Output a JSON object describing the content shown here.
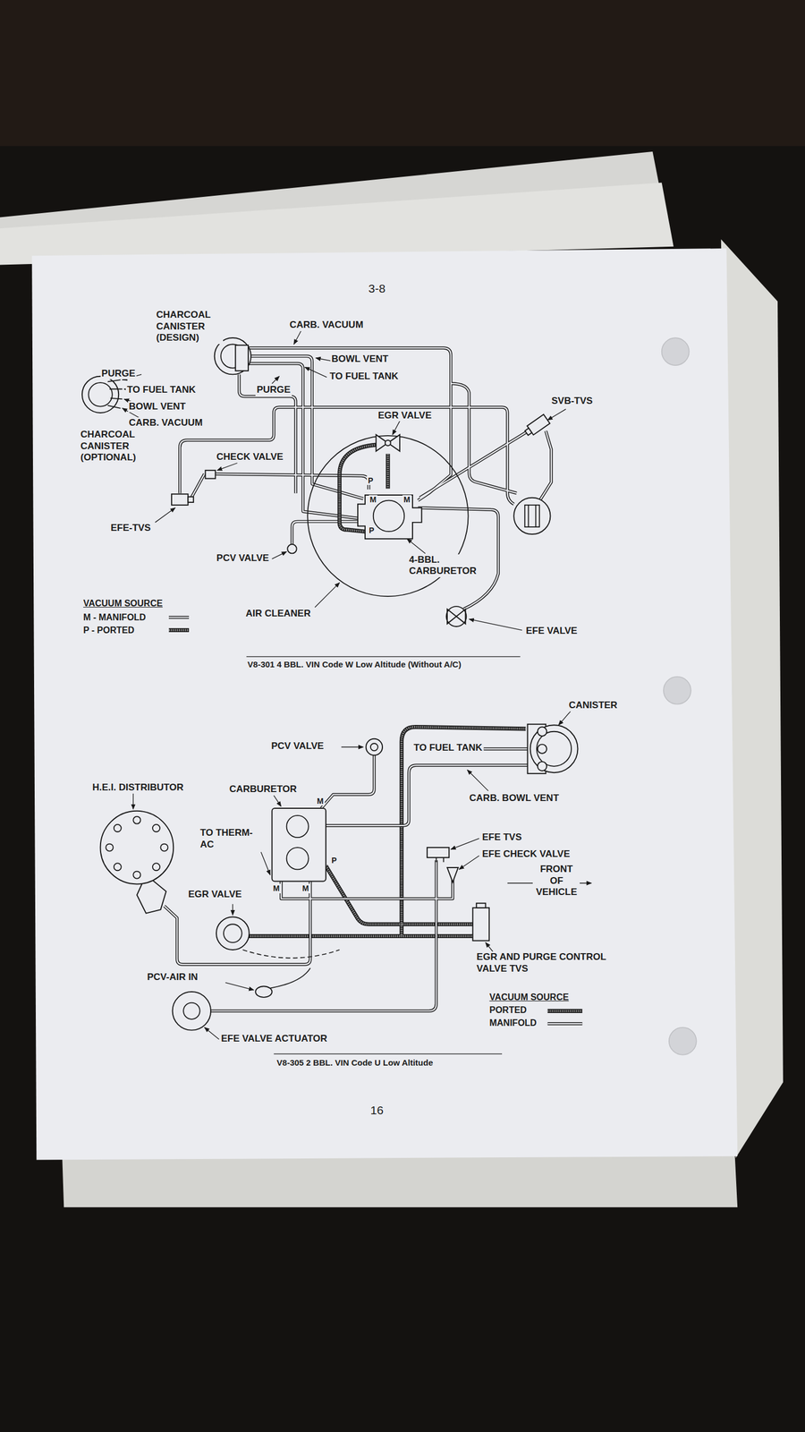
{
  "diagram": {
    "labels": [
      "3-8",
      "CHARCOAL CANISTER (DESIGN)",
      "CARB. VACUUM",
      "BOWL VENT",
      "TO FUEL TANK",
      "PURGE",
      "PURGE",
      "TO FUEL TANK",
      "BOWL VENT",
      "CARB. VACUUM",
      "CHARCOAL CANISTER (OPTIONAL)",
      "EGR VALVE",
      "SVB-TVS",
      "CHECK VALVE",
      "P",
      "M",
      "M",
      "P",
      "EFE-TVS",
      "PCV VALVE",
      "4-BBL. CARBURETOR",
      "AIR CLEANER",
      "VACUUM SOURCE",
      "EFE VALVE",
      "V8-301 4 BBL. VIN Code W Low Altitude (Without A/C)",
      "CANISTER",
      "PCV VALVE",
      "TO FUEL TANK",
      "H.E.I. DISTRIBUTOR",
      "CARBURETOR",
      "M",
      "CARB. BOWL VENT",
      "TO THERM-AC",
      "EFE TVS",
      "EFE CHECK VALVE",
      "FRONT OF VEHICLE",
      "P",
      "EGR VALVE",
      "M",
      "M",
      "EGR AND PURGE CONTROL VALVE TVS",
      "PCV-AIR IN",
      "VACUUM SOURCE",
      "EFE VALVE ACTUATOR",
      "V8-305 2 BBL. VIN Code U Low Altitude",
      "16"
    ],
    "legend": [
      {
        "text": "M - MANIFOLD"
      },
      {
        "text": "P - PORTED"
      },
      {
        "text": "PORTED"
      },
      {
        "text": "MANIFOLD"
      }
    ]
  }
}
